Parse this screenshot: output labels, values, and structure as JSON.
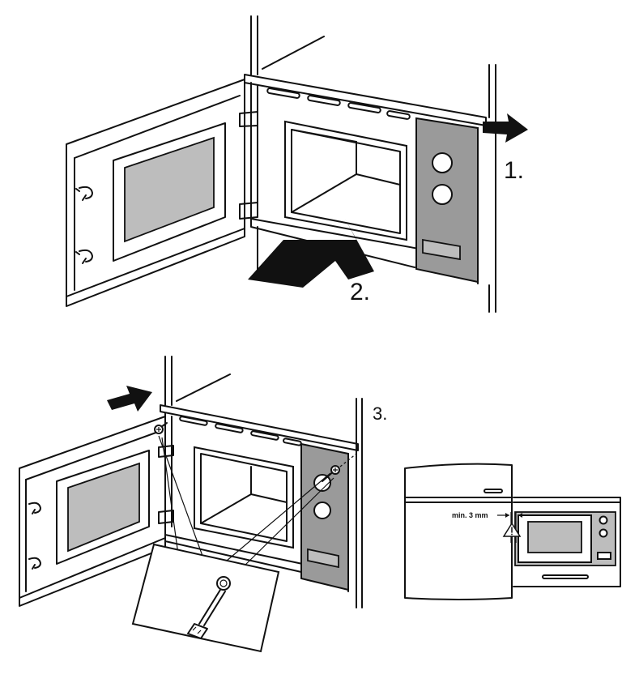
{
  "steps": {
    "step1": "1.",
    "step2": "2.",
    "step3": "3."
  },
  "clearance_label": "min. 3 mm",
  "colors": {
    "panel_grey": "#9a9a9a",
    "window_grey": "#bdbdbd",
    "line": "#111111"
  },
  "icons": [
    "arrow-right-icon",
    "arrow-push-icon",
    "screw-icon",
    "screwdriver-icon",
    "warning-triangle-icon",
    "knob-icon"
  ]
}
